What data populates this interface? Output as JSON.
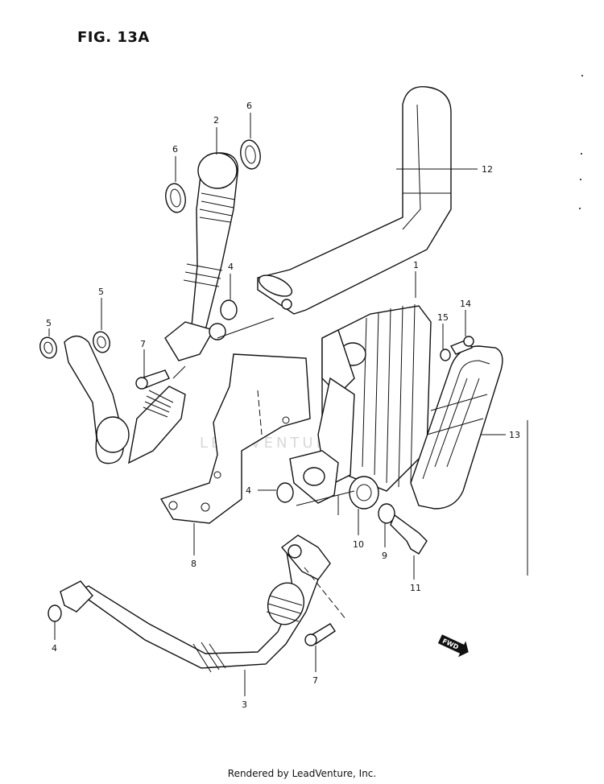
{
  "figure": {
    "title": "FIG. 13A"
  },
  "footer": {
    "text": "Rendered by LeadVenture, Inc."
  },
  "watermark": {
    "text": "LEADVENTURE"
  },
  "fwd_badge": {
    "text": "FWD"
  },
  "callouts": {
    "p1": "1",
    "p2": "2",
    "p3": "3",
    "p4a": "4",
    "p4b": "4",
    "p4c": "4",
    "p5a": "5",
    "p5b": "5",
    "p6a": "6",
    "p6b": "6",
    "p7a": "7",
    "p7b": "7",
    "p8": "8",
    "p9": "9",
    "p10": "10",
    "p11": "11",
    "p12": "12",
    "p13": "13",
    "p14": "14",
    "p15": "15"
  }
}
